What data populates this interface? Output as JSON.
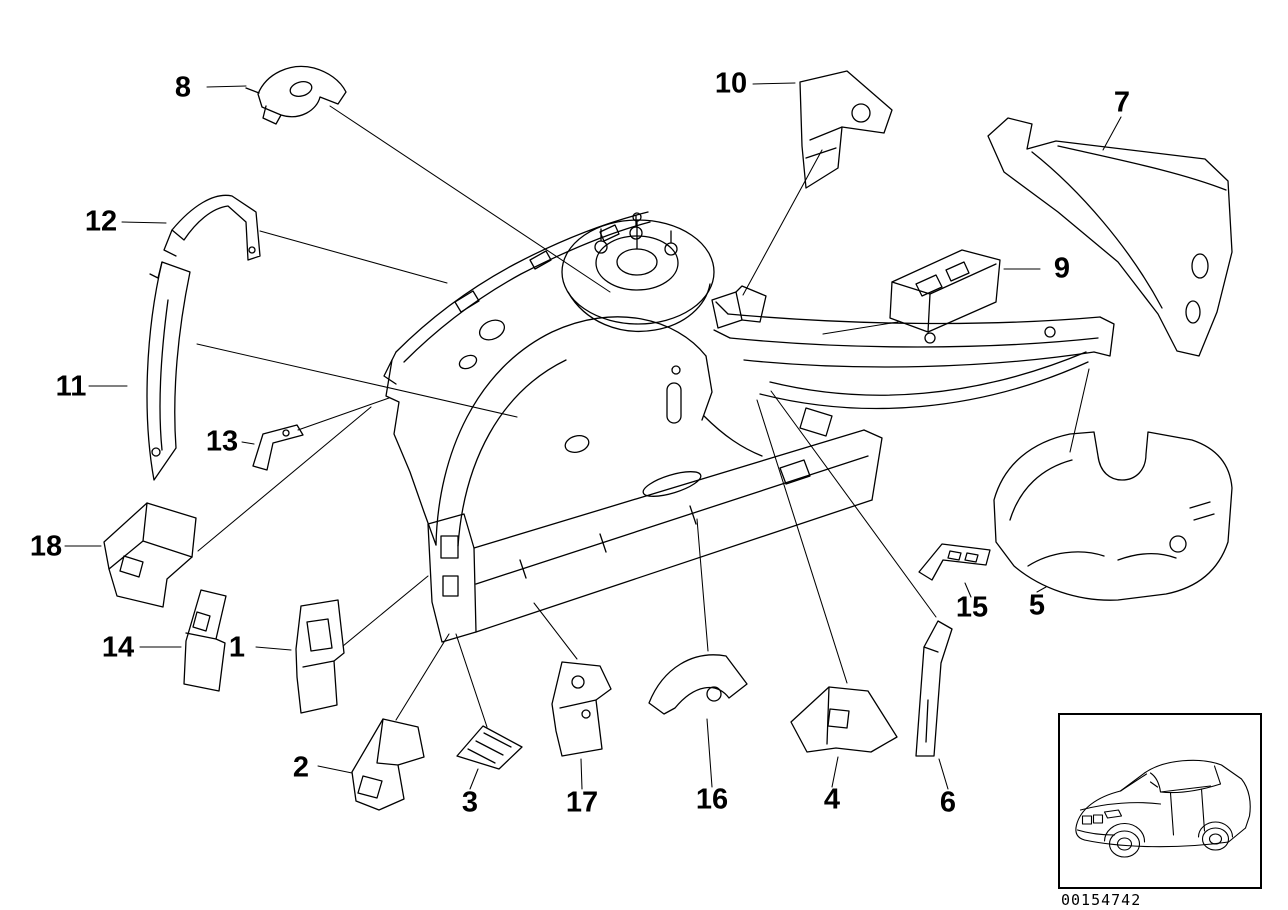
{
  "diagram": {
    "callout_labels": [
      "1",
      "2",
      "3",
      "4",
      "5",
      "6",
      "7",
      "8",
      "9",
      "10",
      "11",
      "12",
      "13",
      "14",
      "15",
      "16",
      "17",
      "18"
    ],
    "colors": {
      "line": "#000000",
      "background": "#ffffff"
    }
  },
  "thumbnail": {
    "icon": "car-three-quarter-view-icon",
    "image_code": "00154742"
  }
}
